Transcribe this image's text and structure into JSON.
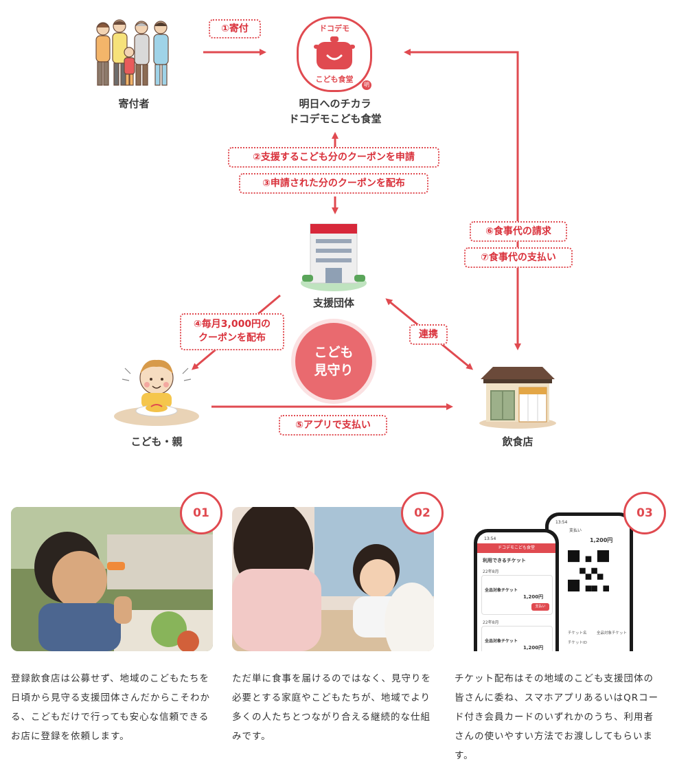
{
  "diagram": {
    "nodes": {
      "donor": {
        "label": "寄付者",
        "icon": "donor-group-icon"
      },
      "shokudo": {
        "line1": "明日へのチカラ",
        "line2": "ドコデモこども食堂",
        "logo_top": "ドコデモ",
        "logo_bottom": "こども食堂",
        "logo_mark": "明"
      },
      "support_org": {
        "label": "支援団体",
        "icon": "building-icon"
      },
      "child": {
        "label": "こども・親",
        "icon": "child-eating-icon"
      },
      "restaurant": {
        "label": "飲食店",
        "icon": "restaurant-shop-icon"
      }
    },
    "edges": {
      "e1": "①寄付",
      "e2": "②支援するこども分のクーポンを申請",
      "e3": "③申請された分のクーポンを配布",
      "e4_line1": "④毎月3,000円の",
      "e4_line2": "クーポンを配布",
      "e5": "⑤アプリで支払い",
      "e6": "⑥食事代の請求",
      "e7": "⑦食事代の支払い",
      "link": "連携"
    },
    "center": {
      "line1": "こども",
      "line2": "見守り"
    }
  },
  "features": [
    {
      "number": "01",
      "image": "boy-eating-photo",
      "text": "登録飲食店は公募せず、地域のこどもたちを日頃から見守る支援団体さんだからこそわかる、こどもだけで行っても安心な信頼できるお店に登録を依頼します。"
    },
    {
      "number": "02",
      "image": "girl-talking-photo",
      "text": "ただ単に食事を届けるのではなく、見守りを必要とする家庭やこどもたちが、地域でより多くの人たちとつながり合える継続的な仕組みです。"
    },
    {
      "number": "03",
      "image": "smartphone-app-screens",
      "text": "チケット配布はその地域のこども支援団体の皆さんに委ね、スマホアプリあるいはQRコード付き会員カードのいずれかのうち、利用者さんの使いやすい方法でお渡ししてもらいます。"
    }
  ],
  "app": {
    "phone1": {
      "time": "13:54",
      "header": "ドコデモこども食堂",
      "title": "利用できるチケット",
      "month1": "22年8月",
      "ticket": "全品対象チケット",
      "amount": "1,200円",
      "button": "支払い",
      "month2": "22年8月"
    },
    "phone2": {
      "time": "13:54",
      "header": "支払い",
      "amount": "1,200円",
      "row1_label": "チケット名",
      "row1_value": "全品対象チケット",
      "row2_label": "チケットID"
    }
  },
  "colors": {
    "accent": "#e04a50",
    "accent_light": "#fbe1e2",
    "text": "#333333"
  }
}
